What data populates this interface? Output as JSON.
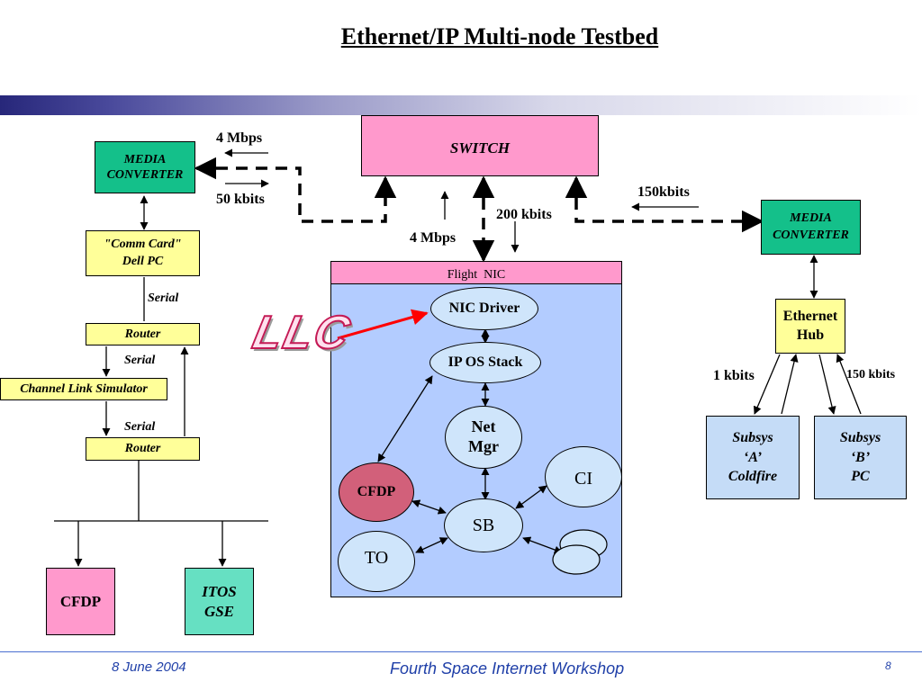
{
  "title": "Ethernet/IP Multi-node Testbed",
  "left": {
    "media_converter": "MEDIA\nCONVERTER",
    "comm_card": "\"Comm Card\"\nDell PC",
    "router_top": "Router",
    "router_bottom": "Router",
    "channel_link": "Channel Link Simulator",
    "serial_1": "Serial",
    "serial_2": "Serial",
    "serial_3": "Serial",
    "cfdp": "CFDP",
    "itos": "ITOS\nGSE",
    "rate_4mbps": "4 Mbps",
    "rate_50kbits": "50 kbits"
  },
  "center": {
    "switch": "SWITCH",
    "rate_4mbps": "4 Mbps",
    "rate_200kbits": "200 kbits",
    "flight_nic": "Flight  NIC",
    "nic_driver": "NIC Driver",
    "ip_os_stack": "IP OS Stack",
    "net_mgr": "Net\nMgr",
    "cfdp": "CFDP",
    "ci": "CI",
    "sb": "SB",
    "to": "TO",
    "llc": "LLC"
  },
  "right": {
    "rate_150kbits": "150kbits",
    "media_converter": "MEDIA\nCONVERTER",
    "ethernet_hub": "Ethernet\nHub",
    "rate_1kbits": "1 kbits",
    "rate_150kbits_small": "150 kbits",
    "subsys_a": "Subsys\n‘A’\nColdfire",
    "subsys_b": "Subsys\n‘B’\nPC"
  },
  "footer": {
    "date": "8 June 2004",
    "workshop": "Fourth Space Internet Workshop",
    "page": "8"
  },
  "colors": {
    "media_converter": "#14c08a",
    "router": "#ffff99",
    "switch": "#ff99cc",
    "flight_nic_body": "#b3ccff",
    "cfdp_node": "#d2607a",
    "itos": "#66e0c2",
    "footer_text": "#1f3fa8",
    "llc_arrow": "#ff0000"
  }
}
